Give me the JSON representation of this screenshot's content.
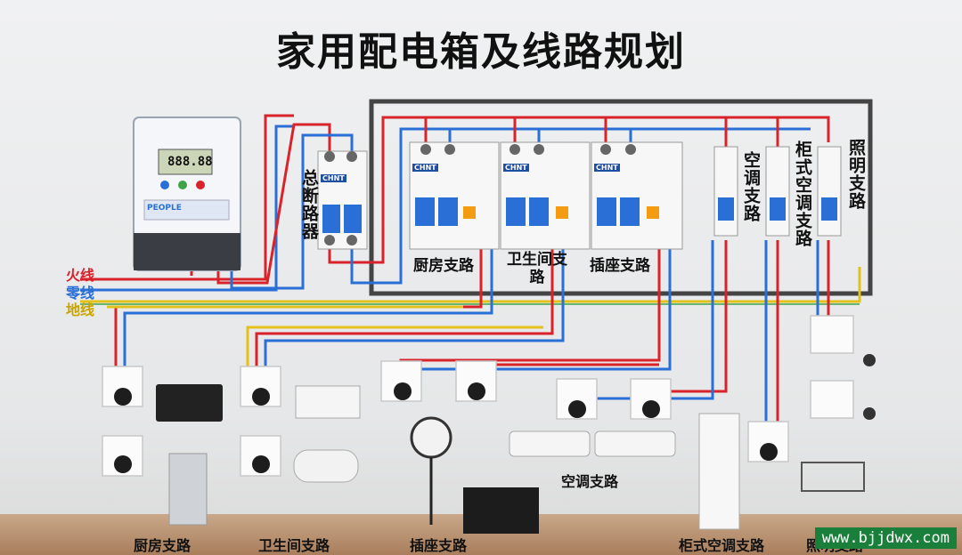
{
  "title": "家用配电箱及线路规划",
  "wires": {
    "live": {
      "label": "火线",
      "color": "#d9232a"
    },
    "neutral": {
      "label": "零线",
      "color": "#2a6fd6"
    },
    "earth": {
      "label": "地线",
      "color": "#e3c11a",
      "stroke2": "#3ca34a"
    }
  },
  "meter": {
    "display": "888.88",
    "brand": "PEOPLE"
  },
  "breaker_labels": {
    "main": "总断路器",
    "kitchen": "厨房支路",
    "bathroom": "卫生间支路",
    "socket": "插座支路",
    "ac": "空调支路",
    "cabinet_ac": "柜式空调支路",
    "lighting": "照明支路"
  },
  "chint": "CHNT",
  "middle_label": "空调支路",
  "bottom_labels": {
    "kitchen": "厨房支路",
    "bathroom": "卫生间支路",
    "socket": "插座支路",
    "cabinet_ac": "柜式空调支路",
    "lighting": "照明支路"
  },
  "watermark": "www.bjjdwx.com"
}
